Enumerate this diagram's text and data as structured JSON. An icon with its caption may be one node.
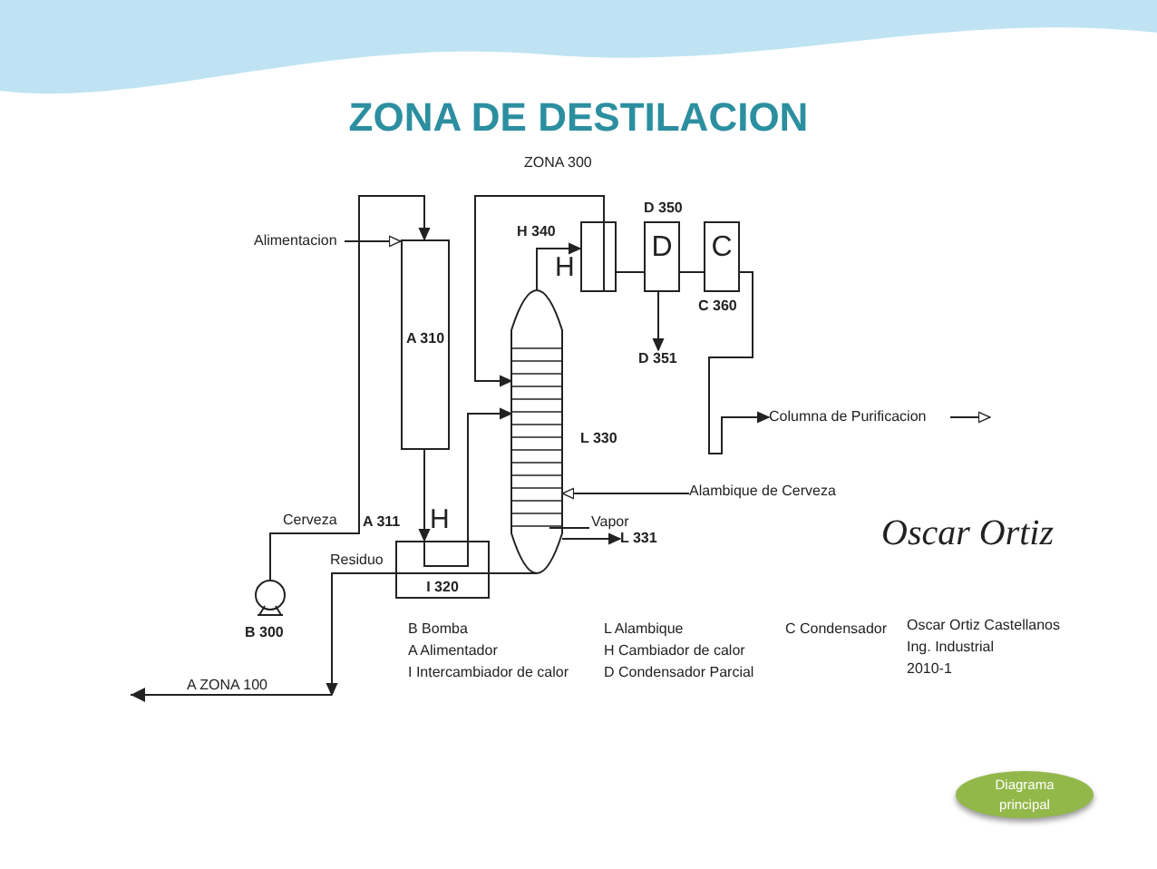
{
  "diagram": {
    "title": "ZONA DE DESTILACION",
    "nodes": [
      {
        "text": [
          "Alimentacion"
        ]
      },
      {
        "text": [
          "A 310"
        ]
      },
      {
        "text": [],
        "shape": "box",
        "beside": [
          "H 340",
          "H"
        ]
      },
      {
        "text": [
          "D"
        ],
        "beside": [
          "D 350"
        ]
      },
      {
        "text": [
          "C"
        ],
        "beside": [
          "C 360"
        ]
      },
      {
        "text": [],
        "shape": "column",
        "beside": [
          "L 330"
        ]
      },
      {
        "text": [
          "D 351"
        ]
      },
      {
        "text": [
          "Columna de Purificacion"
        ]
      },
      {
        "text": [
          "Alambique de Cerveza"
        ]
      },
      {
        "text": [
          "L 331"
        ]
      },
      {
        "text": [],
        "shape": "circle",
        "beside": [
          "B 300"
        ]
      },
      {
        "text": [
          "I 320"
        ],
        "beside": [
          "A 311",
          "H"
        ]
      }
    ],
    "edges": [
      {
        "from": 0,
        "to": 1,
        "arrow": "to"
      },
      {
        "from": 10,
        "to": 1,
        "arrow": "to",
        "label": "Cerveza"
      },
      {
        "from": 1,
        "to": 11,
        "arrow": "to"
      },
      {
        "from": 11,
        "to": 5,
        "arrow": "to"
      },
      {
        "from": 2,
        "to": 5,
        "arrow": "to"
      },
      {
        "from": 5,
        "to": 2,
        "arrow": "to"
      },
      {
        "from": 2,
        "to": 3,
        "arrow": "none"
      },
      {
        "from": 3,
        "to": 4,
        "arrow": "none"
      },
      {
        "from": 3,
        "to": 6,
        "arrow": "to"
      },
      {
        "from": 4,
        "to": 7,
        "arrow": "to"
      },
      {
        "from": 7,
        "to": null,
        "arrow": "to"
      },
      {
        "from": 8,
        "to": 5,
        "arrow": "to"
      },
      {
        "from": 5,
        "to": 9,
        "arrow": "to"
      },
      {
        "from": 5,
        "to": null,
        "arrow": "to",
        "label": "Residuo"
      }
    ],
    "labels": [
      "ZONA 300",
      "Vapor",
      "A ZONA 100",
      "Oscar Ortiz",
      "B Bomba",
      "A Alimentador",
      "I Intercambiador de calor",
      "L Alambique",
      "H Cambiador de calor",
      "D Condensador Parcial",
      "C Condensador",
      "Oscar Ortiz Castellanos",
      "Ing. Industrial",
      "2010-1",
      "Diagrama principal"
    ]
  }
}
